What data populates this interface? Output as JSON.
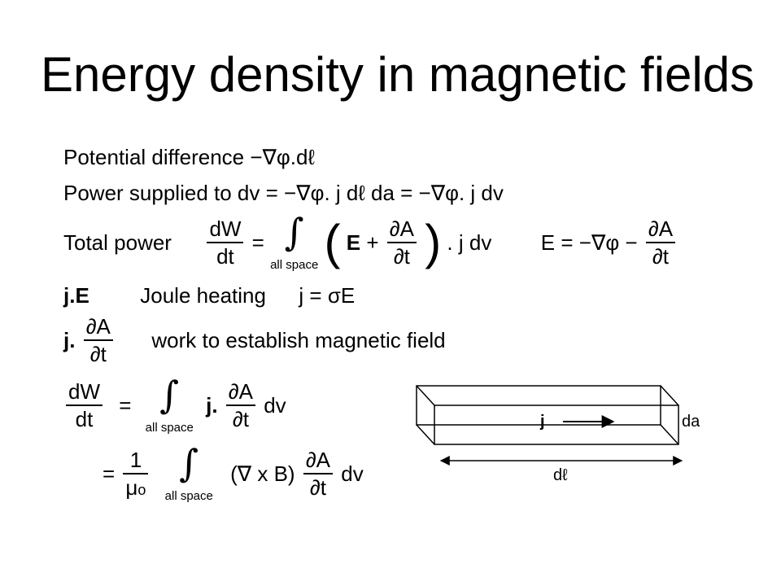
{
  "slide": {
    "title": "Energy density in magnetic fields"
  },
  "equations": {
    "potential": {
      "label": "Potential difference",
      "expr": "−∇φ.dℓ"
    },
    "power_supplied": {
      "label": "Power supplied to dv",
      "expr": "= −∇φ. j dℓ da = −∇φ. j dv"
    },
    "total_power": {
      "label": "Total power",
      "lhs_num": "dW",
      "lhs_den": "dt",
      "eq": "=",
      "int": "∫",
      "int_sub": "all space",
      "open": "(",
      "e": "E",
      "plus": "+",
      "dA": "∂A",
      "dt": "∂t",
      "close": ")",
      "tail": ". j dv",
      "e_def": "E = −∇φ −",
      "e_def_num": "∂A",
      "e_def_den": "∂t"
    },
    "joule": {
      "expr": "j.E",
      "label": "Joule heating",
      "ohm": "j = σE"
    },
    "work": {
      "prefix": "j.",
      "num": "∂A",
      "den": "∂t",
      "label": "work to establish magnetic field"
    },
    "dW": {
      "num": "dW",
      "den": "dt",
      "eq": "=",
      "int": "∫",
      "int_sub": "all space",
      "j": "j.",
      "fnum": "∂A",
      "fden": "∂t",
      "dv": "dv"
    },
    "final": {
      "eq": "=",
      "one": "1",
      "mu": "μ",
      "mu_sub": "o",
      "int": "∫",
      "int_sub": "all space",
      "curl": "(∇ x B)",
      "fnum": "∂A",
      "fden": "∂t",
      "dv": "dv"
    }
  },
  "diagram": {
    "current_label": "j",
    "area_label": "da",
    "length_label": "dℓ"
  }
}
